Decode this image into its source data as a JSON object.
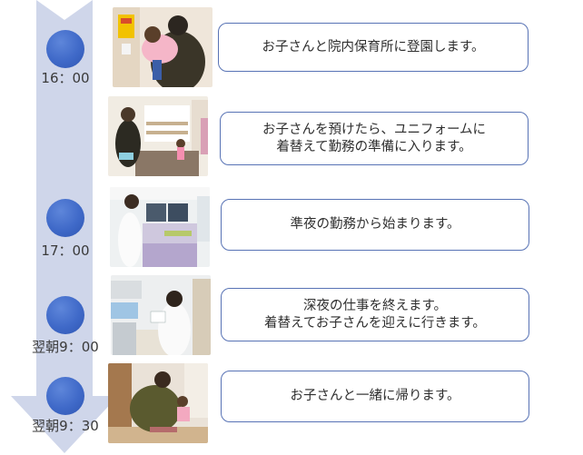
{
  "colors": {
    "arrow": "#cfd6ea",
    "dot": "#3f69c8",
    "box_border": "#5873b5"
  },
  "timeline": {
    "times": [
      "16：00",
      "17：00",
      "翌朝9：00",
      "翌朝9：30"
    ]
  },
  "steps": [
    {
      "lines": [
        "お子さんと院内保育所に登園します。"
      ],
      "photo": "parent-carrying-child-photo"
    },
    {
      "lines": [
        "お子さんを預けたら、ユニフォームに",
        "着替えて勤務の準備に入ります。"
      ],
      "photo": "daycare-room-photo"
    },
    {
      "lines": [
        "準夜の勤務から始まります。"
      ],
      "photo": "nurse-station-photo"
    },
    {
      "lines": [
        "深夜の仕事を終えます。",
        "着替えてお子さんを迎えに行きます。"
      ],
      "photo": "nurse-writing-photo"
    },
    {
      "lines": [
        "お子さんと一緒に帰ります。"
      ],
      "photo": "parent-with-child-shoes-photo"
    }
  ]
}
